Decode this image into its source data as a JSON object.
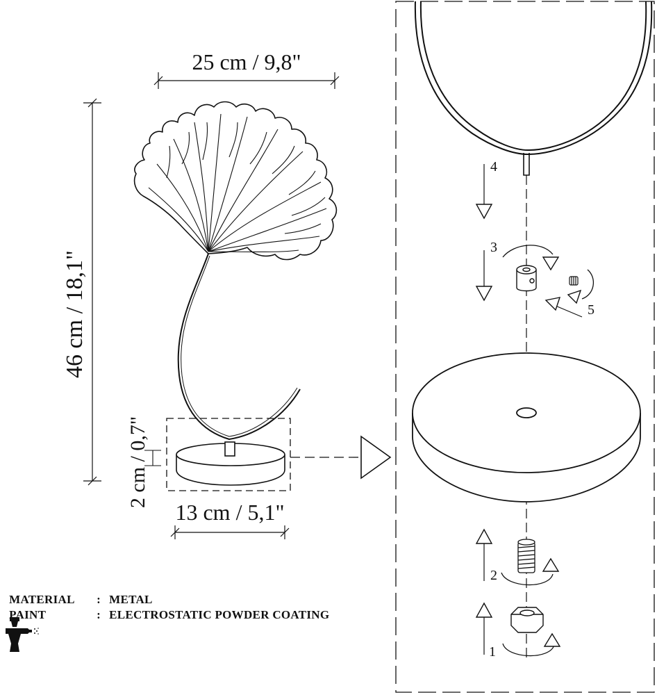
{
  "dimensions": {
    "width": "25 cm / 9,8\"",
    "height": "46 cm / 18,1\"",
    "base_diameter": "13 cm / 5,1\"",
    "base_height": "2 cm / 0,7\""
  },
  "specs": [
    {
      "label": "MATERIAL",
      "separator": ":",
      "value": "METAL"
    },
    {
      "label": "PAINT",
      "separator": ":",
      "value": "ELECTROSTATIC POWDER COATING"
    }
  ],
  "steps": [
    "1",
    "2",
    "3",
    "4",
    "5"
  ],
  "icons": {
    "spray_gun": "spray-gun-icon"
  }
}
